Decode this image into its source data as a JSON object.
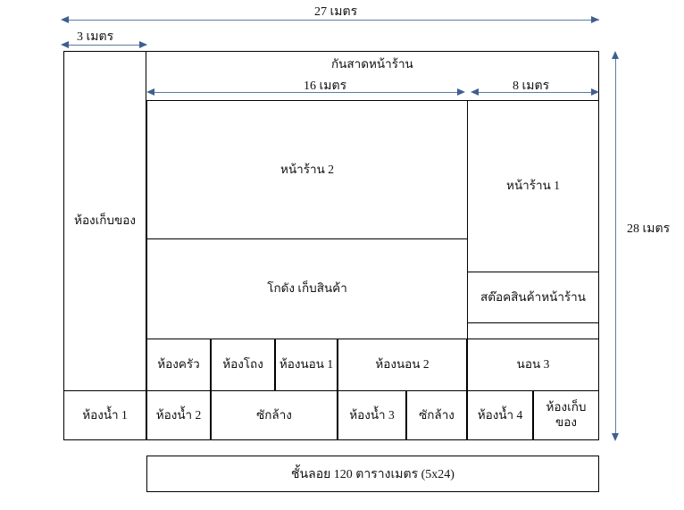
{
  "diagram": {
    "title_note": "กันสาดหน้าร้าน",
    "caption": "ชั้นลอย 120 ตารางเมตร (5x24)"
  },
  "dimensions": {
    "overall_width": "27 เมตร",
    "storage_width": "3 เมตร",
    "shopfront2_width": "16 เมตร",
    "shopfront1_width": "8 เมตร",
    "overall_height": "28 เมตร"
  },
  "rooms": {
    "storage_left": "ห้องเก็บของ",
    "shopfront_2": "หน้าร้าน 2",
    "shopfront_1": "หน้าร้าน 1",
    "warehouse": "โกดัง เก็บสินค้า",
    "shop_stock": "สต๊อคสินค้าหน้าร้าน",
    "kitchen": "ห้องครัว",
    "hall": "ห้องโถง",
    "bedroom_1": "ห้องนอน 1",
    "bedroom_2": "ห้องนอน 2",
    "bedroom_3": "นอน 3",
    "bathroom_1": "ห้องน้ำ 1",
    "bathroom_2": "ห้องน้ำ 2",
    "laundry_1": "ซักล้าง",
    "bathroom_3": "ห้องน้ำ 3",
    "laundry_2": "ซักล้าง",
    "bathroom_4": "ห้องน้ำ 4",
    "storage_right": "ห้องเก็บของ"
  },
  "colors": {
    "arrow": "#5a7ba6",
    "arrowhead": "#3f5f8f",
    "outline": "#000000",
    "background": "#ffffff"
  }
}
